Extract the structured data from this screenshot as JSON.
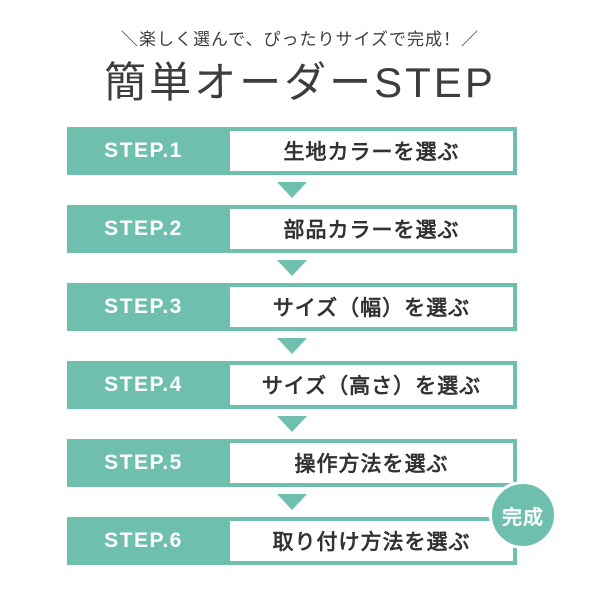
{
  "header": {
    "tagline": "＼楽しく選んで、ぴったりサイズで完成！／",
    "title": "簡単オーダーSTEP"
  },
  "steps": [
    {
      "label": "STEP.1",
      "text": "生地カラーを選ぶ"
    },
    {
      "label": "STEP.2",
      "text": "部品カラーを選ぶ"
    },
    {
      "label": "STEP.3",
      "text": "サイズ（幅）を選ぶ"
    },
    {
      "label": "STEP.4",
      "text": "サイズ（高さ）を選ぶ"
    },
    {
      "label": "STEP.5",
      "text": "操作方法を選ぶ"
    },
    {
      "label": "STEP.6",
      "text": "取り付け方法を選ぶ"
    }
  ],
  "completion_badge": {
    "label": "完成"
  },
  "colors": {
    "accent_teal": "#6fbfae",
    "heading_text": "#3d3d3f",
    "step_text": "#323232",
    "step_label_text": "#ffffff",
    "background": "#ffffff"
  }
}
